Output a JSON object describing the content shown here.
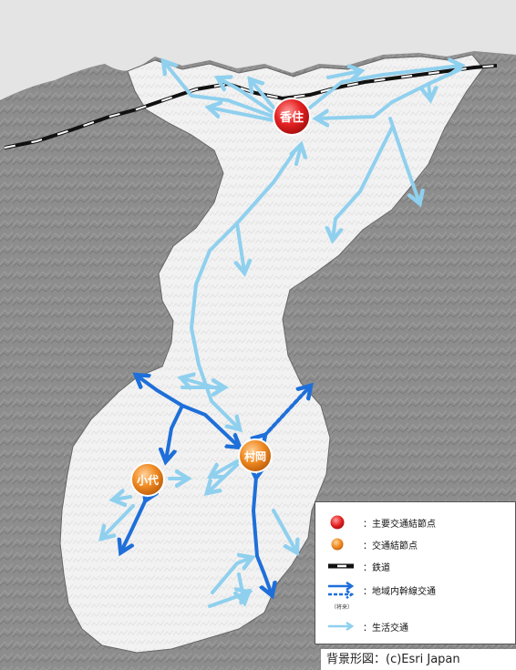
{
  "nodes": {
    "kasumi": "香住",
    "muraoka": "村岡",
    "ojiro": "小代"
  },
  "legend": {
    "main_node": "：主要交通結節点",
    "node": "：交通結節点",
    "railway": "：鉄道",
    "trunk": "：地域内幹線交通",
    "trunk_future": "（将来）",
    "daily": "：生活交通"
  },
  "credit": "背景形図：(c)Esri Japan",
  "colors": {
    "daily_traffic": "#8fd0ee",
    "trunk_traffic": "#1e6fd9",
    "main_node": "#e52222",
    "node": "#f08a22",
    "region": "#f0f0f0",
    "terrain": "#8a8a8a"
  }
}
